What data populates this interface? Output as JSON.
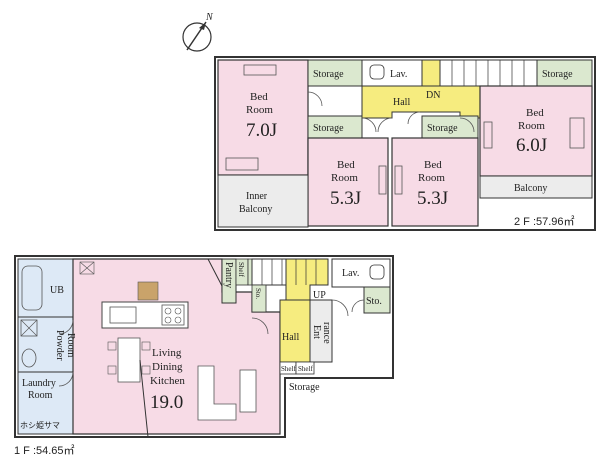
{
  "compass": {
    "north_label": "N"
  },
  "floor2": {
    "area_label": "2 F :57.96㎡",
    "bed_7": {
      "line1": "Bed",
      "line2": "Room",
      "size": "7.0J"
    },
    "bed_6": {
      "line1": "Bed",
      "line2": "Room",
      "size": "6.0J"
    },
    "bed_53_left": {
      "line1": "Bed",
      "line2": "Room",
      "size": "5.3J"
    },
    "bed_53_right": {
      "line1": "Bed",
      "line2": "Room",
      "size": "5.3J"
    },
    "storage_top_left": "Storage",
    "storage_top_right": "Storage",
    "storage_mid_left": "Storage",
    "storage_mid_right": "Storage",
    "lav": "Lav.",
    "hall": "Hall",
    "dn": "DN",
    "inner_balcony": {
      "line1": "Inner",
      "line2": "Balcony"
    },
    "balcony": "Balcony"
  },
  "floor1": {
    "area_label": "1 F :54.65㎡",
    "ub": "UB",
    "powder": {
      "line1": "Powder",
      "line2": "Room"
    },
    "laundry": {
      "line1": "Laundry",
      "line2": "Room"
    },
    "hoshi": "ホシ姫サマ",
    "ldk": {
      "line1": "Living",
      "line2": "Dining",
      "line3": "Kitchen",
      "size": "19.0"
    },
    "pantry": "Pantry",
    "shelf": "Shelf",
    "sto": "Sto.",
    "up": "UP",
    "hall": "Hall",
    "entrance": {
      "line1": "Ent",
      "line2": "rance"
    },
    "lav": "Lav.",
    "storage": "Storage"
  }
}
